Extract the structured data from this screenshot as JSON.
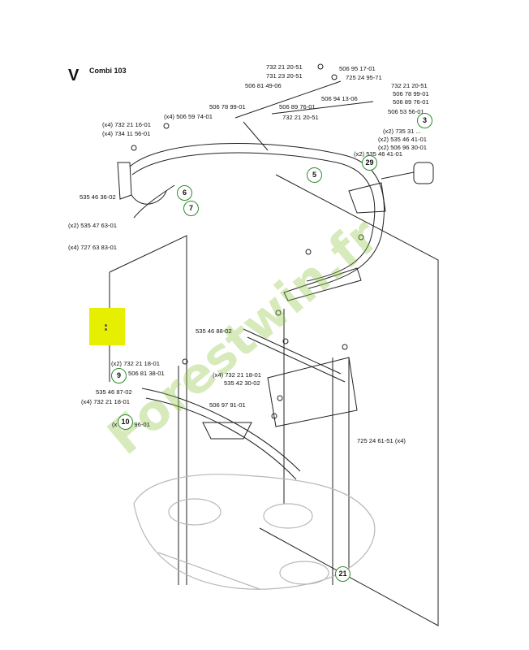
{
  "header": {
    "letter": "V",
    "model": "Combi 103"
  },
  "watermark": {
    "text": "Forestwin.fr",
    "color_green": "#8cc63f",
    "color_orange": "#e8a33c"
  },
  "colors": {
    "callout_border": "#2e8b2e",
    "highlight": "#e6ef00"
  },
  "parts": [
    "732 21 20-51",
    "731 23 20-51",
    "506 81 49-06",
    "506 95 17-01",
    "725 24 95-71",
    "732 21 20-51",
    "506 78 99-01",
    "506 89 76-01",
    "506 94 13-06",
    "506 53 56-01",
    "506 78 99-01",
    "506 89 76-01",
    "732 21 20-51",
    "(x4) 506 59 74-01",
    "(x4) 732 21 16-01",
    "(x4) 734 11 56-01",
    "(x2) 735 31 ...",
    "(x2) 535 46 41-01",
    "(x2) 506 96 30-01",
    "(x2) 535 46 41-01",
    "535 46 36-02",
    "(x2) 535 47 63-01",
    "(x4) 727 63 83-01",
    "535 46 88-02",
    "(x2) 732 21 18-01",
    "506 81 38-01",
    "(x4) 732 21 18-01",
    "535 42 30-02",
    "535 46 87-02",
    "(x4) 732 21 18-01",
    "506 97 91-01",
    "(x ... 86 96-01",
    "725 24 61-51 (x4)"
  ],
  "callouts": [
    "3",
    "5",
    "6",
    "7",
    "9",
    "10",
    "21",
    "29"
  ]
}
